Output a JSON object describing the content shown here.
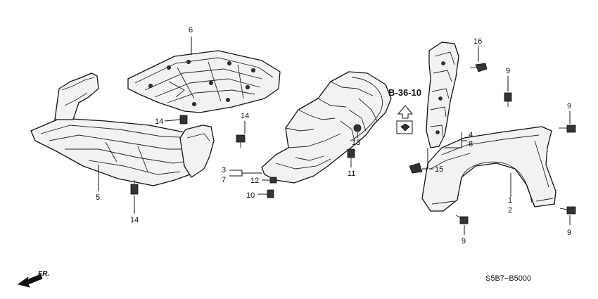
{
  "diagram": {
    "reference_label": "B-36-10",
    "drawing_code": "S5B7−B5000",
    "direction_label": "FR.",
    "callouts": {
      "c6": "6",
      "c16": "16",
      "c9a": "9",
      "c9b": "9",
      "c9c": "9",
      "c9d": "9",
      "c14a": "14",
      "c14b": "14",
      "c14c": "14",
      "c5": "5",
      "c3": "3",
      "c7": "7",
      "c12": "12",
      "c10": "10",
      "c13": "13",
      "c11": "11",
      "c4": "4",
      "c8": "8",
      "c15": "15",
      "c1": "1",
      "c2": "2"
    },
    "parts": [
      "lower-front-cover",
      "engine-undercover",
      "front-inner-fender",
      "fender-bracket",
      "front-fender",
      "fasteners"
    ]
  }
}
